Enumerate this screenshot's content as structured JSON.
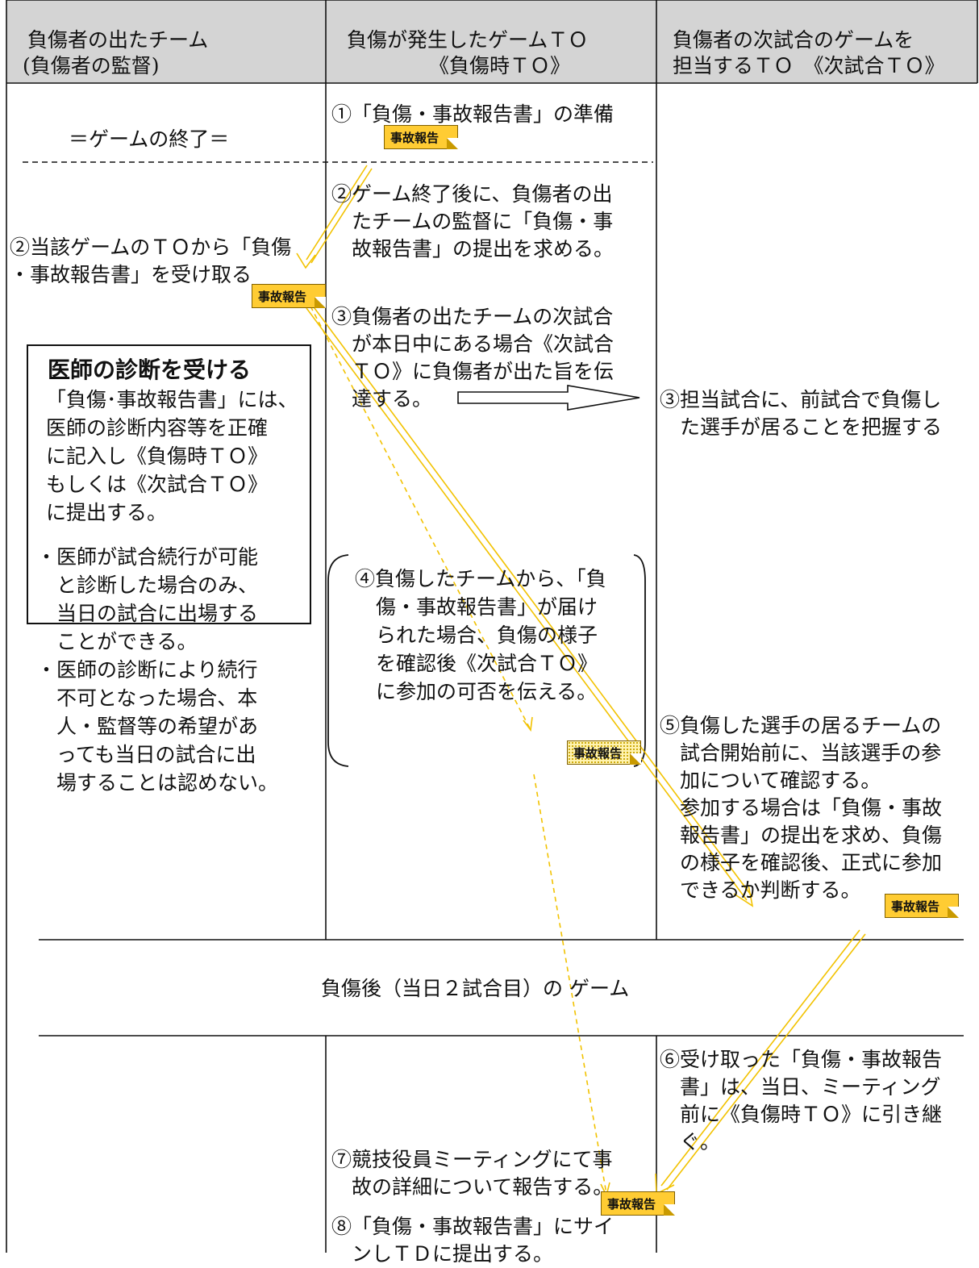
{
  "header": {
    "col1": [
      "負傷者の出たチーム",
      "(負傷者の監督)"
    ],
    "col2": [
      "負傷が発生したゲームＴＯ",
      "《負傷時ＴＯ》"
    ],
    "col3": [
      "負傷者の次試合のゲームを",
      "担当するＴＯ　《次試合ＴＯ》"
    ]
  },
  "game_end": "＝ゲームの終了＝",
  "col1": {
    "step2": [
      "②当該ゲームのＴＯから「負傷",
      "・事故報告書」を受け取る"
    ]
  },
  "note_box": {
    "title": "医師の診断を受ける",
    "body": [
      "「負傷･事故報告書」には、",
      "医師の診断内容等を正確",
      "に記入し《負傷時ＴＯ》",
      "もしくは《次試合ＴＯ》",
      "に提出する。"
    ],
    "bullets": [
      "・医師が試合続行が可能",
      "　と診断した場合のみ、",
      "　当日の試合に出場する",
      "　ことができる。",
      "・医師の診断により続行",
      "　不可となった場合、本",
      "　人・監督等の希望があ",
      "　っても当日の試合に出",
      "　場することは認めない。"
    ]
  },
  "col2": {
    "step1": "①「負傷・事故報告書」の準備",
    "step2": [
      "②ゲーム終了後に、負傷者の出",
      "　たチームの監督に「負傷・事",
      "　故報告書」の提出を求める。"
    ],
    "step3": [
      "③負傷者の出たチームの次試合",
      "　が本日中にある場合《次試合",
      "　ＴＯ》に負傷者が出た旨を伝",
      "　達する。"
    ],
    "step4": [
      "④負傷したチームから、「負",
      "傷・事故報告書」が届け",
      "られた場合、負傷の様子",
      "を確認後《次試合ＴＯ》",
      "に参加の可否を伝える。"
    ],
    "step7": [
      "⑦競技役員ミーティングにて事",
      "　故の詳細について報告する。"
    ],
    "step8": [
      "⑧「負傷・事故報告書」にサイ",
      "　ンしＴＤに提出する。"
    ]
  },
  "col3": {
    "step3": [
      "③担当試合に、前試合で負傷し",
      "　た選手が居ることを把握する"
    ],
    "step5": [
      "⑤負傷した選手の居るチームの",
      "　試合開始前に、当該選手の参",
      "　加について確認する。",
      "　参加する場合は「負傷・事故",
      "　報告書」の提出を求め、負傷",
      "　の様子を確認後、正式に参加",
      "　できるか判断する。"
    ],
    "step6": [
      "⑥受け取った「負傷・事故報告",
      "　書」は、当日、ミーティング",
      "　前に《負傷時ＴＯ》に引き継",
      "　ぐ。"
    ]
  },
  "second_game": "負傷後（当日２試合目）の ゲーム",
  "report_tag": "事故報告",
  "colors": {
    "header_bg": "#d4d4d4",
    "tag": "#ffcc33",
    "arrow": "#f2c200",
    "dashed": "#f2c200"
  }
}
